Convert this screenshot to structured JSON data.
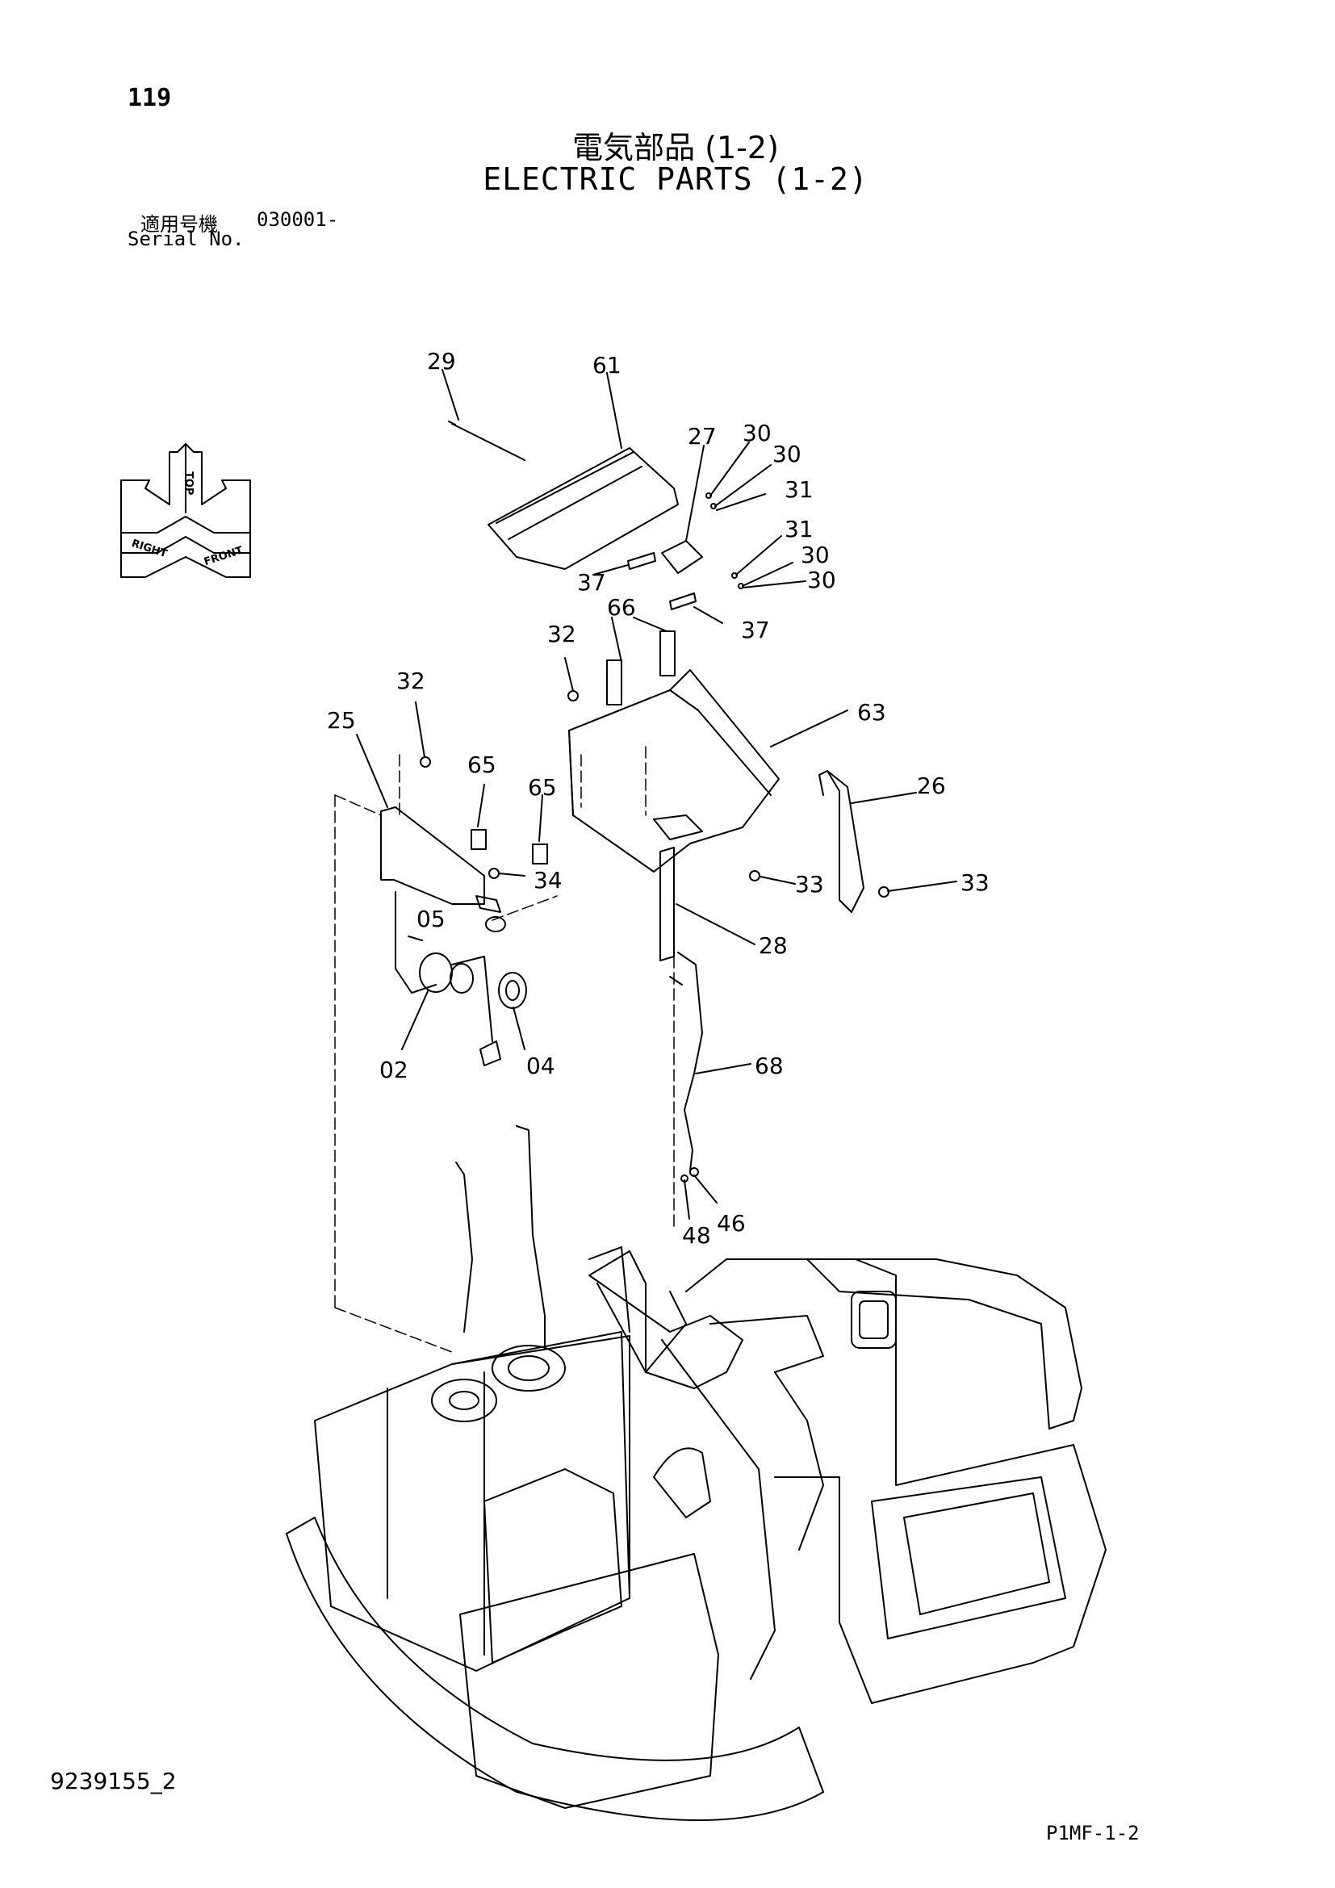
{
  "header": {
    "page_number": "119",
    "title_jp": "電気部品 (1-2)",
    "title_en": "ELECTRIC PARTS (1-2)",
    "serial_label_jp": "適用号機",
    "serial_value": "030001-",
    "serial_label_en": "Serial No."
  },
  "orientation": {
    "top": "TOP",
    "right": "RIGHT",
    "front": "FRONT"
  },
  "callouts": [
    "29",
    "61",
    "27",
    "30",
    "30",
    "31",
    "31",
    "30",
    "30",
    "37",
    "37",
    "66",
    "32",
    "63",
    "32",
    "25",
    "65",
    "65",
    "26",
    "34",
    "33",
    "33",
    "05",
    "28",
    "02",
    "04",
    "68",
    "48",
    "46"
  ],
  "footer": {
    "doc_number": "9239155_2",
    "ref_code": "P1MF-1-2"
  }
}
